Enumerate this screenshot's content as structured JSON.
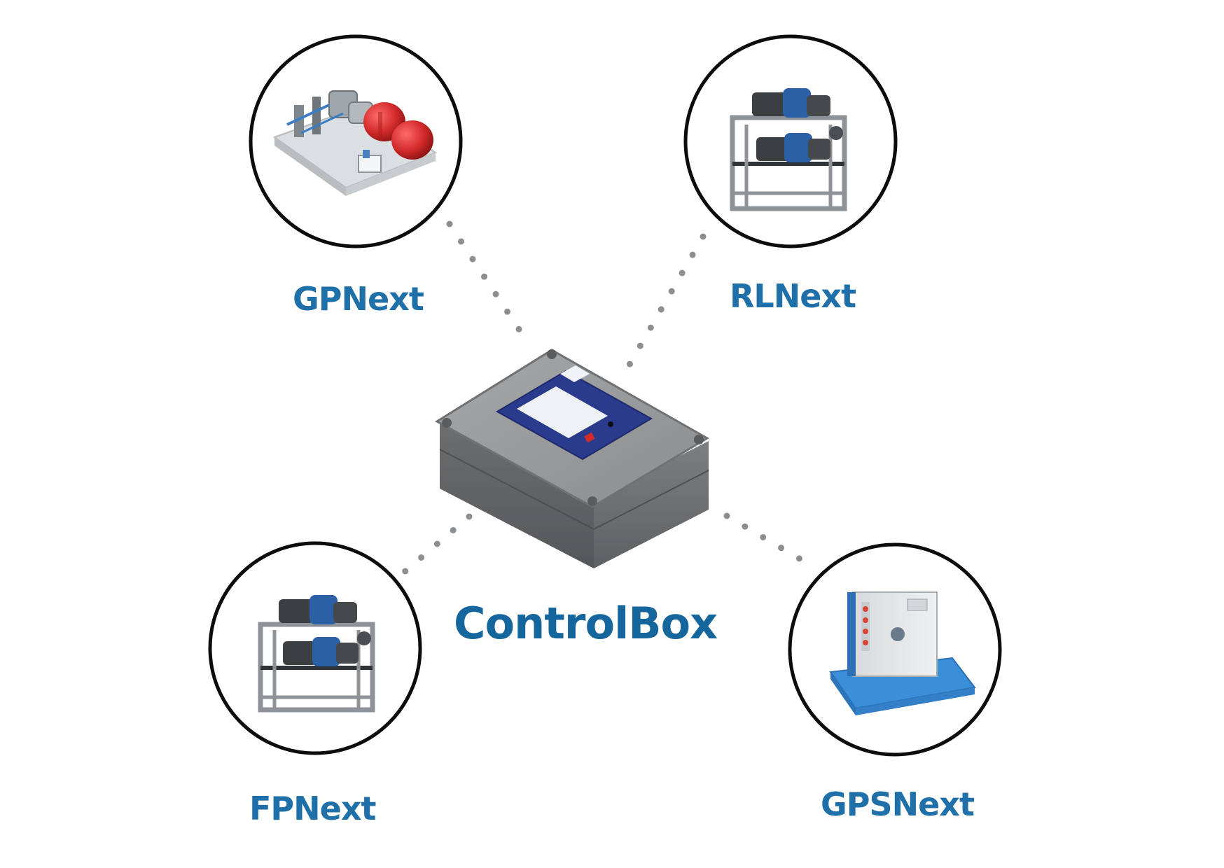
{
  "diagram": {
    "center": {
      "label": "ControlBox"
    },
    "nodes": [
      {
        "id": "gpnext",
        "label": "GPNext"
      },
      {
        "id": "rlnext",
        "label": "RLNext"
      },
      {
        "id": "fpnext",
        "label": "FPNext"
      },
      {
        "id": "gpsnext",
        "label": "GPSNext"
      }
    ],
    "connectors": [
      {
        "from": "center",
        "to": "gpnext",
        "style": "dotted"
      },
      {
        "from": "center",
        "to": "rlnext",
        "style": "dotted"
      },
      {
        "from": "center",
        "to": "fpnext",
        "style": "dotted"
      },
      {
        "from": "center",
        "to": "gpsnext",
        "style": "dotted"
      }
    ],
    "colors": {
      "label_blue": "#1f6fa8",
      "panel_blue": "#2a3a8c",
      "pump_blue": "#2b5fa6",
      "tank_red": "#d42b2b",
      "gps_tray_blue": "#3b8ed8",
      "frame_gray": "#9aa0a6"
    }
  }
}
